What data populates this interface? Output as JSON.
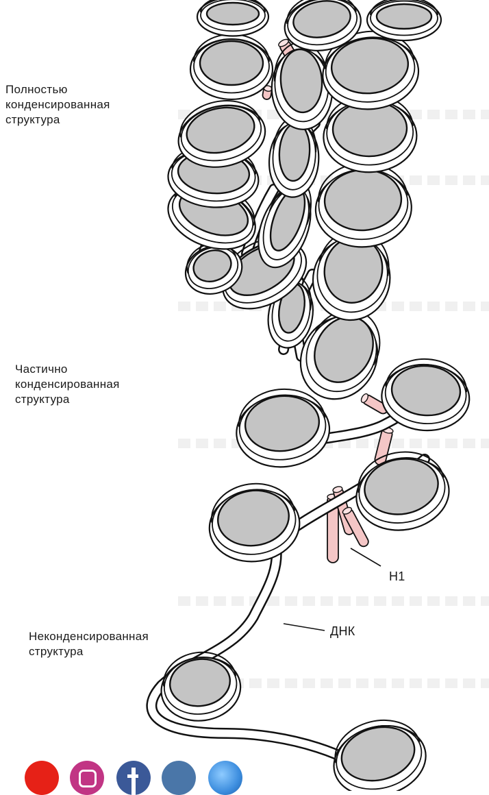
{
  "labels": {
    "fully_condensed": [
      "Полностью",
      "конденсированная",
      "структура"
    ],
    "partially_condensed": [
      "Частично",
      "конденсированная",
      "структура"
    ],
    "uncondensed": [
      "Неконденсированная",
      "структура"
    ],
    "h1": "Н1",
    "dna": "ДНК"
  },
  "icons": [
    "youtube-icon",
    "instagram-icon",
    "facebook-icon",
    "vk-icon",
    "globe-icon"
  ],
  "colors": {
    "histone_core": "#c4c4c4",
    "dna_strand": "#ffffff",
    "outline": "#111111",
    "h1_linker": "#f4c6c6",
    "youtube": "#e62117",
    "instagram": "#c13584",
    "facebook": "#3b5998",
    "vk": "#4a76a8",
    "globe": "#3c8dde"
  }
}
